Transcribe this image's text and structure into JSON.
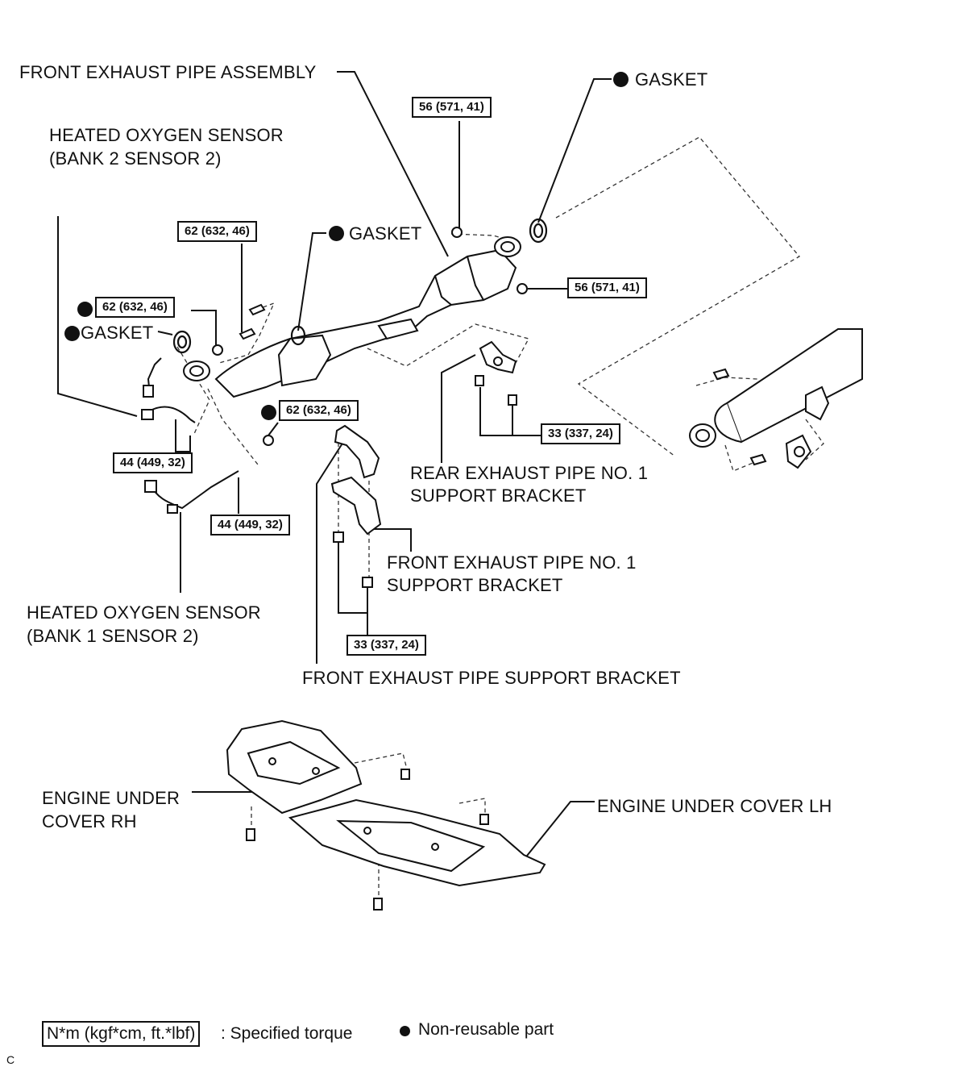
{
  "labels": {
    "front_exhaust_pipe_assembly": "FRONT EXHAUST PIPE ASSEMBLY",
    "gasket": "GASKET",
    "ho2_bank2_line1": "HEATED OXYGEN SENSOR",
    "ho2_bank2_line2": "(BANK 2 SENSOR 2)",
    "ho2_bank1_line1": "HEATED OXYGEN SENSOR",
    "ho2_bank1_line2": "(BANK 1 SENSOR 2)",
    "rear_bracket_line1": "REAR EXHAUST PIPE NO. 1",
    "rear_bracket_line2": "SUPPORT BRACKET",
    "front_no1_line1": "FRONT EXHAUST PIPE NO. 1",
    "front_no1_line2": "SUPPORT BRACKET",
    "front_support_bracket": "FRONT EXHAUST PIPE SUPPORT BRACKET",
    "engine_under_cover_rh_line1": "ENGINE UNDER",
    "engine_under_cover_rh_line2": "COVER RH",
    "engine_under_cover_lh": "ENGINE UNDER COVER LH"
  },
  "torques": {
    "t56_top": "56 (571, 41)",
    "t56_right": "56 (571, 41)",
    "t62_top": "62 (632, 46)",
    "t62_left": "62 (632, 46)",
    "t62_mid": "62 (632, 46)",
    "t44_a": "44 (449, 32)",
    "t44_b": "44 (449, 32)",
    "t33_rear": "33 (337, 24)",
    "t33_front": "33 (337, 24)"
  },
  "legend": {
    "unit_box": "N*m (kgf*cm, ft.*lbf)",
    "unit_text": ": Specified torque",
    "nonreusable_text": "Non-reusable part"
  },
  "corner_mark": "C"
}
